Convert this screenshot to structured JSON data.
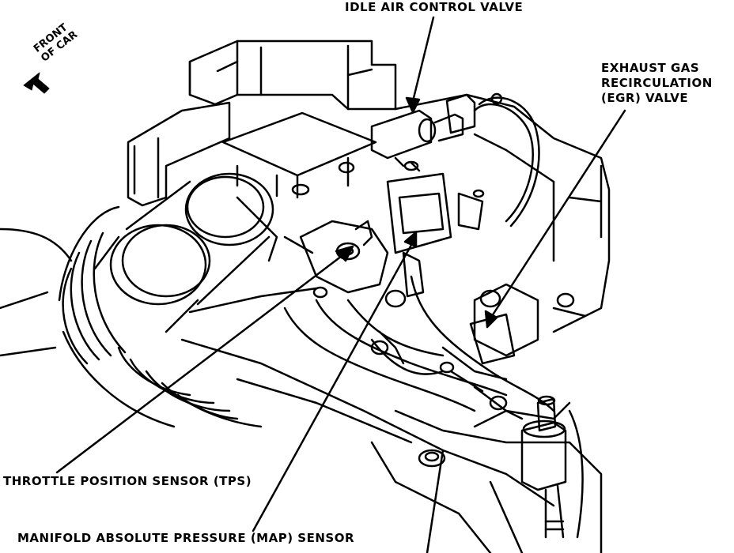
{
  "labels": {
    "idle_air_control_valve": "IDLE AIR CONTROL VALVE",
    "egr_line1": "EXHAUST GAS",
    "egr_line2": "RECIRCULATION",
    "egr_line3": "(EGR) VALVE",
    "tps": "THROTTLE POSITION SENSOR (TPS)",
    "map": "MANIFOLD ABSOLUTE PRESSURE (MAP) SENSOR",
    "front_line1": "FRONT",
    "front_line2": "OF CAR"
  },
  "icons": {
    "front_arrow": "arrow-left-icon"
  },
  "colors": {
    "ink": "#000000",
    "paper": "#ffffff"
  }
}
